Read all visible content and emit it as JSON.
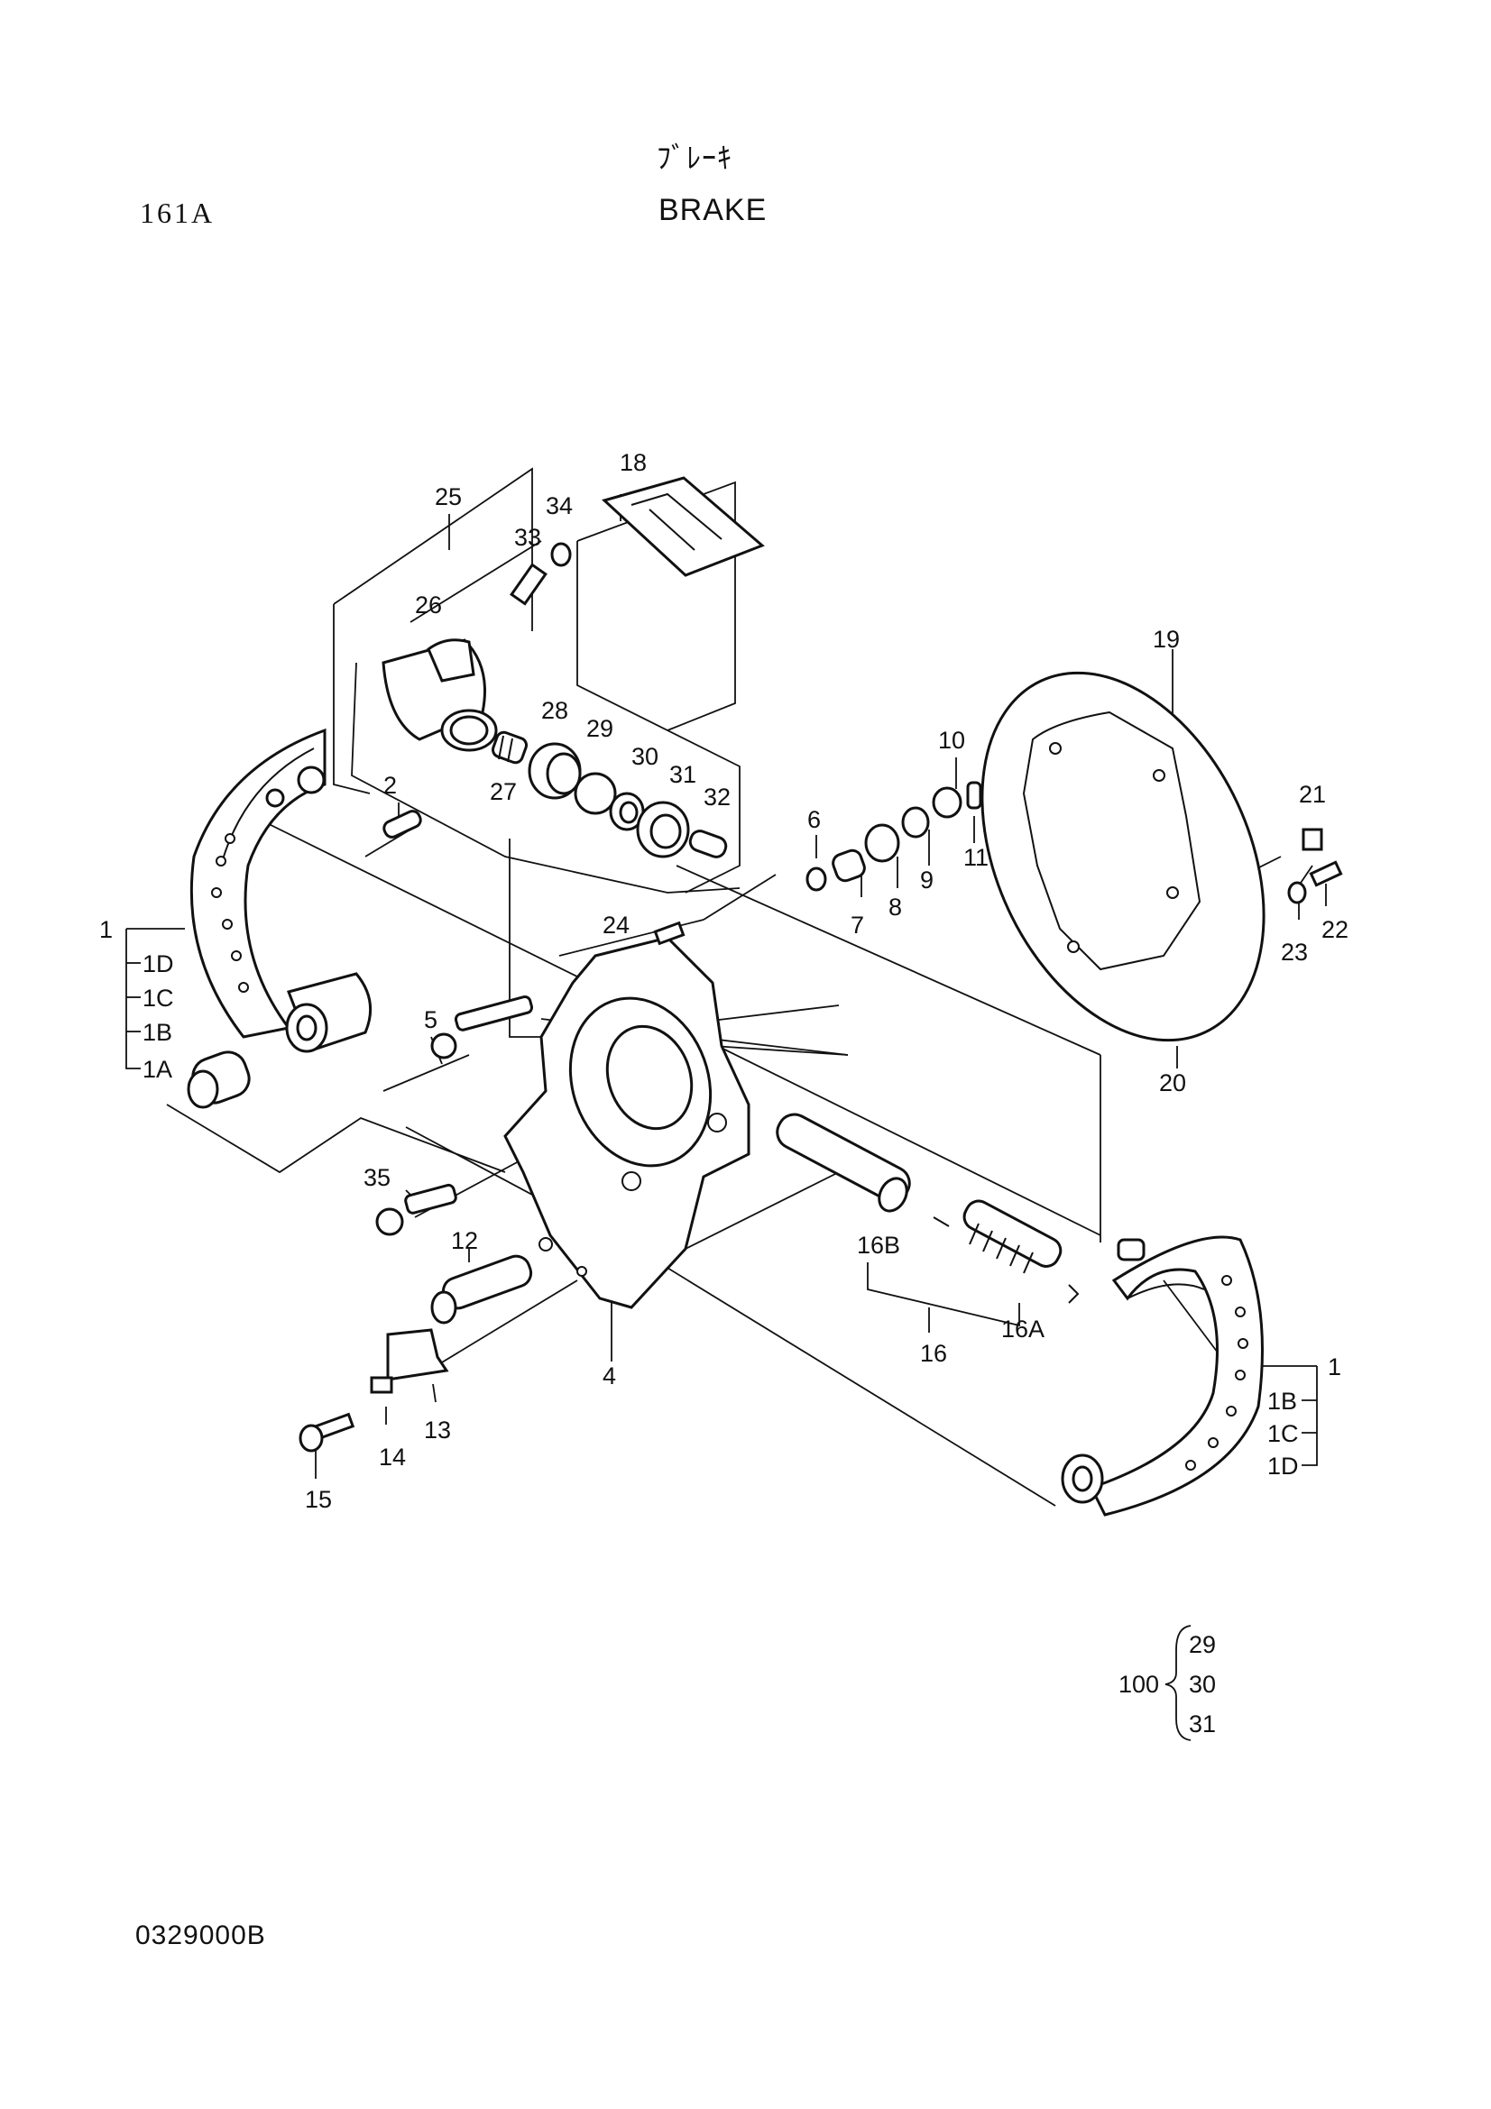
{
  "header": {
    "page_code": "161A",
    "title_jp": "ﾌﾞﾚｰｷ",
    "title_en": "BRAKE"
  },
  "footer": {
    "drawing_number": "0329000B"
  },
  "callouts": {
    "p1": "1",
    "p1A": "1A",
    "p1B": "1B",
    "p1C": "1C",
    "p1D": "1D",
    "p2": "2",
    "p4": "4",
    "p5": "5",
    "p6": "6",
    "p7": "7",
    "p8": "8",
    "p9": "9",
    "p10": "10",
    "p11": "11",
    "p12": "12",
    "p13": "13",
    "p14": "14",
    "p15": "15",
    "p16": "16",
    "p16A": "16A",
    "p16B": "16B",
    "p18": "18",
    "p19": "19",
    "p20": "20",
    "p21": "21",
    "p22": "22",
    "p23": "23",
    "p24": "24",
    "p25": "25",
    "p26": "26",
    "p27": "27",
    "p28": "28",
    "p29": "29",
    "p30": "30",
    "p31": "31",
    "p32": "32",
    "p33": "33",
    "p34": "34",
    "p35": "35",
    "r1": "1",
    "r1B": "1B",
    "r1C": "1C",
    "r1D": "1D"
  },
  "kit": {
    "label": "100",
    "items": [
      "29",
      "30",
      "31"
    ]
  }
}
